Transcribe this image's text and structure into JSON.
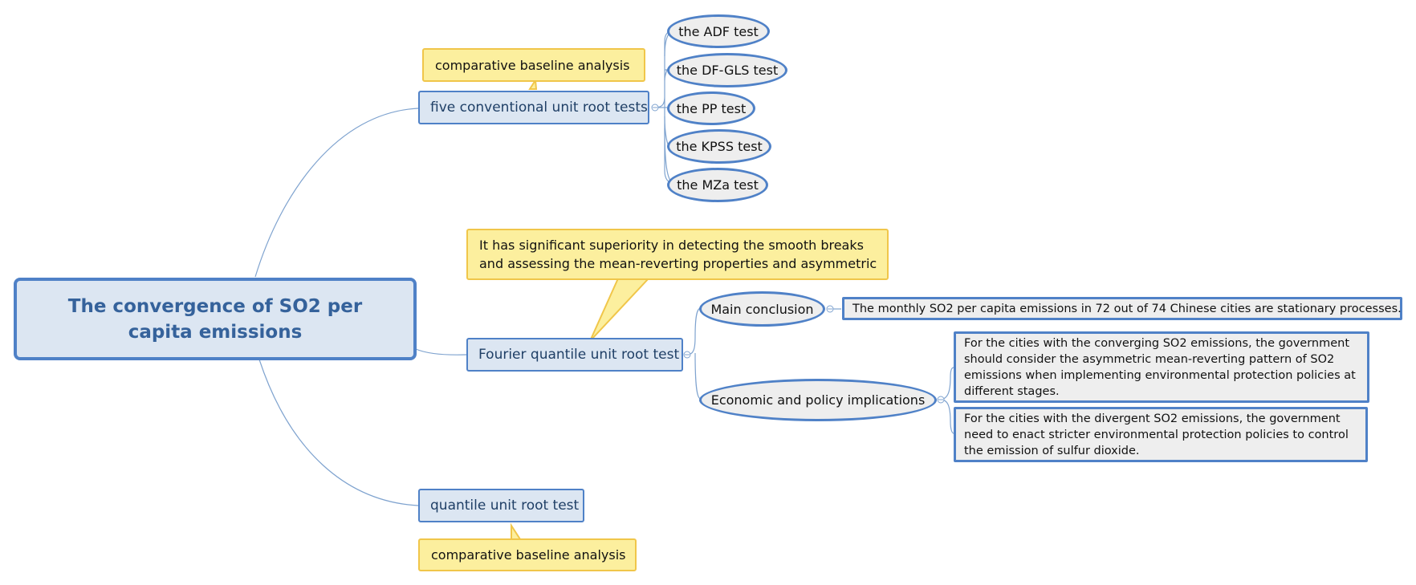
{
  "central": {
    "title": "The convergence of SO2 per capita emissions"
  },
  "branches": {
    "conventional": {
      "label": "five conventional unit root tests",
      "callout": "comparative baseline analysis",
      "tests": [
        "the ADF test",
        "the DF-GLS test",
        "the PP test",
        "the KPSS test",
        "the MZa test"
      ]
    },
    "fourier": {
      "label": "Fourier quantile unit root test",
      "callout_line1": "It has significant superiority in detecting the smooth breaks",
      "callout_line2": "and assessing the mean-reverting properties and asymmetric",
      "main_conclusion": {
        "label": "Main conclusion",
        "detail": "The monthly SO2 per capita emissions in 72 out of 74 Chinese cities are stationary processes."
      },
      "implications": {
        "label": "Economic and policy implications",
        "detail_1": "For the cities with the converging SO2 emissions, the government should consider the asymmetric mean-reverting pattern of SO2 emissions when implementing environmental protection policies at different stages.",
        "detail_2": "For the cities with the divergent SO2 emissions, the  government need to enact stricter environmental protection policies to control the emission of sulfur dioxide."
      }
    },
    "quantile": {
      "label": "quantile unit root test",
      "callout": "comparative baseline analysis"
    }
  },
  "colors": {
    "line": "#7fa3cf",
    "topic_fill": "#dce6f2",
    "topic_border": "#4f81c7",
    "callout_fill": "#fcef9e",
    "callout_border": "#f0c64a",
    "ellipse_fill": "#eeeeee"
  }
}
